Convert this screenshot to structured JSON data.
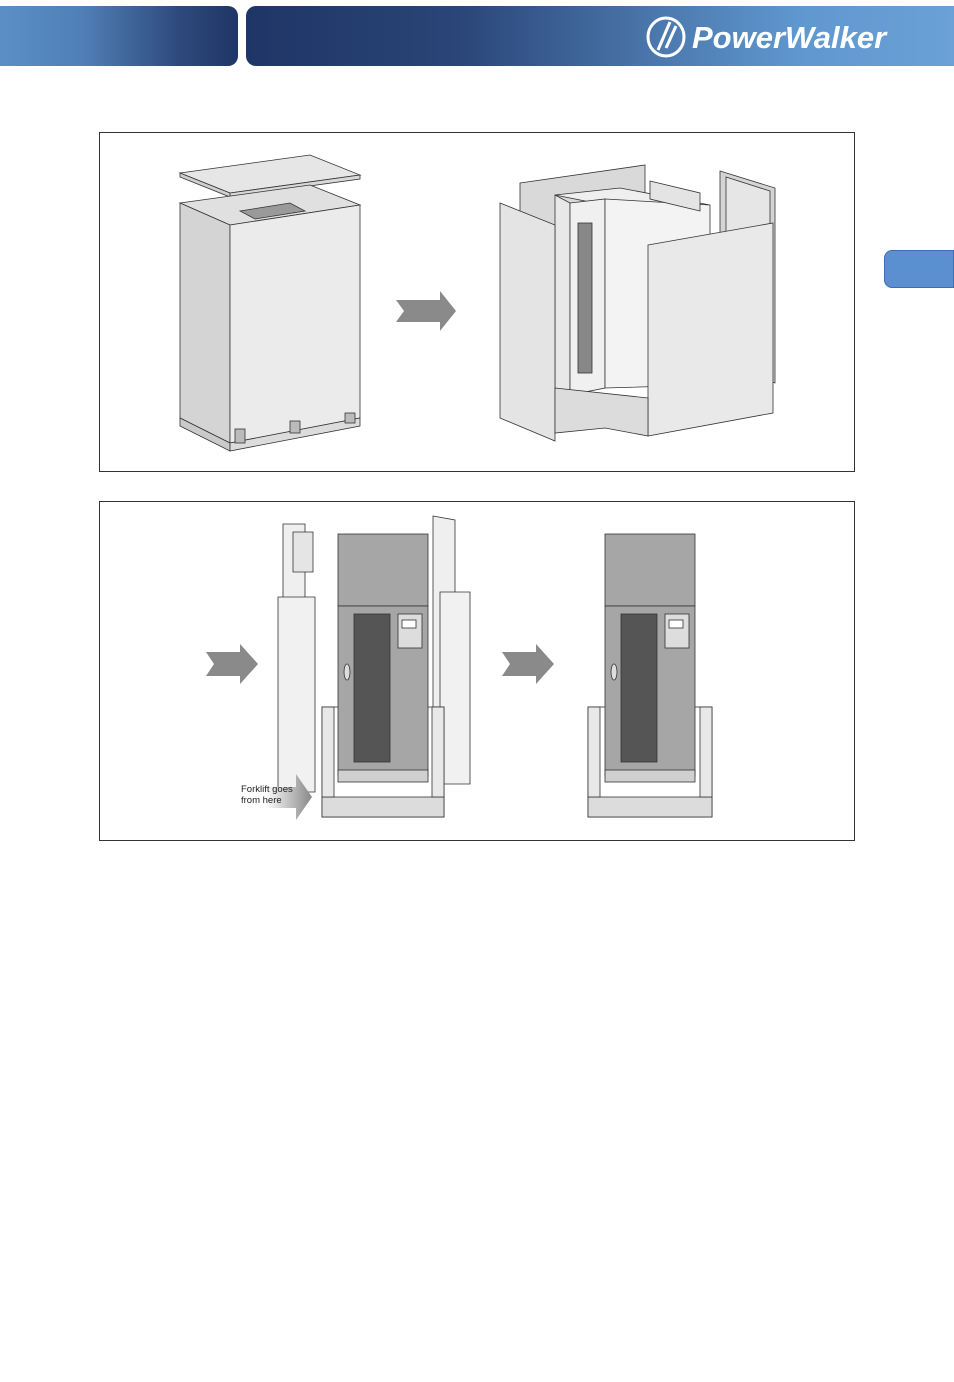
{
  "header": {
    "brand": "PowerWalker",
    "colors": {
      "dark_blue": "#1f3566",
      "light_blue": "#6aa1d6",
      "tab_blue": "#5a8fd0"
    }
  },
  "figure_1": {
    "description_icons": [
      "ups-cabinet-packed-icon",
      "arrow-right-icon",
      "ups-cabinet-unpacked-panels-icon"
    ]
  },
  "figure_2": {
    "forklift_label_line1": "Forklift goes",
    "forklift_label_line2": "from here",
    "description_icons": [
      "arrow-right-icon",
      "ups-on-pallet-with-supports-icon",
      "arrow-right-icon",
      "ups-on-pallet-icon"
    ]
  }
}
